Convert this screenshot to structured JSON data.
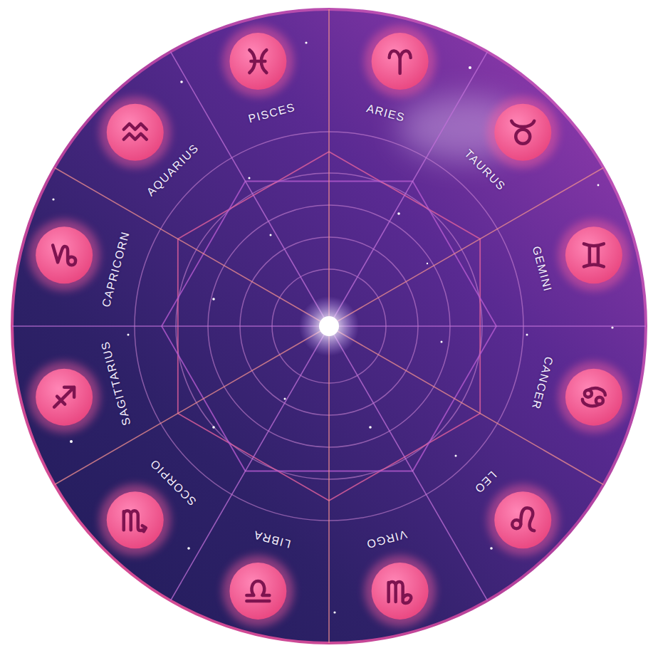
{
  "diagram": {
    "labels": [
      "PISCES",
      "ARIES",
      "TAURUS",
      "GEMINI",
      "CANCER",
      "LEO",
      "VIRGO",
      "LIBRA",
      "SCORPIO",
      "SAGITTARIUS",
      "CAPRICORN",
      "AQUARIUS"
    ]
  }
}
